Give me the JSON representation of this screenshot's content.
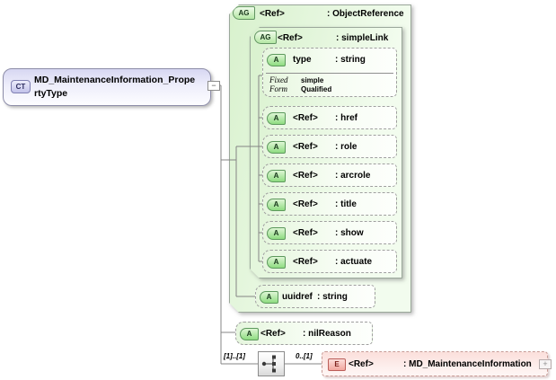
{
  "colors": {
    "group_fill": "#e3f6da",
    "attr_badge_green": "#8edc80",
    "ct_lavender": "#d7d7f2",
    "element_pink": "#fbe7e4",
    "element_border": "#c79b96",
    "connector_line": "#848484"
  },
  "icons": {
    "collapse_toggle": "−",
    "expand_toggle": "+",
    "compositor": "sequence-icon"
  },
  "root": {
    "badge": "CT",
    "name_line1": "MD_MaintenanceInformation_Prope",
    "name_line2": "rtyType"
  },
  "object_reference": {
    "badge": "AG",
    "name": "<Ref>",
    "type": ": ObjectReference"
  },
  "simple_link": {
    "badge": "AG",
    "name": "<Ref>",
    "type": ": simpleLink",
    "type_attr": {
      "badge": "A",
      "name": "type",
      "type": ": string",
      "fixed_label": "Fixed",
      "fixed_value": "simple",
      "form_label": "Form",
      "form_value": "Qualified"
    },
    "attrs": [
      {
        "badge": "A",
        "name": "<Ref>",
        "type": ": href"
      },
      {
        "badge": "A",
        "name": "<Ref>",
        "type": ": role"
      },
      {
        "badge": "A",
        "name": "<Ref>",
        "type": ": arcrole"
      },
      {
        "badge": "A",
        "name": "<Ref>",
        "type": ": title"
      },
      {
        "badge": "A",
        "name": "<Ref>",
        "type": ": show"
      },
      {
        "badge": "A",
        "name": "<Ref>",
        "type": ": actuate"
      }
    ]
  },
  "uuidref_attr": {
    "badge": "A",
    "name": "uuidref",
    "type": ": string"
  },
  "nil_reason_attr": {
    "badge": "A",
    "name": "<Ref>",
    "type": ": nilReason"
  },
  "sequence": {
    "cardinality_left": "[1]..[1]",
    "cardinality_right": "0..[1]"
  },
  "element": {
    "badge": "E",
    "name": "<Ref>",
    "type": ": MD_MaintenanceInformation"
  }
}
